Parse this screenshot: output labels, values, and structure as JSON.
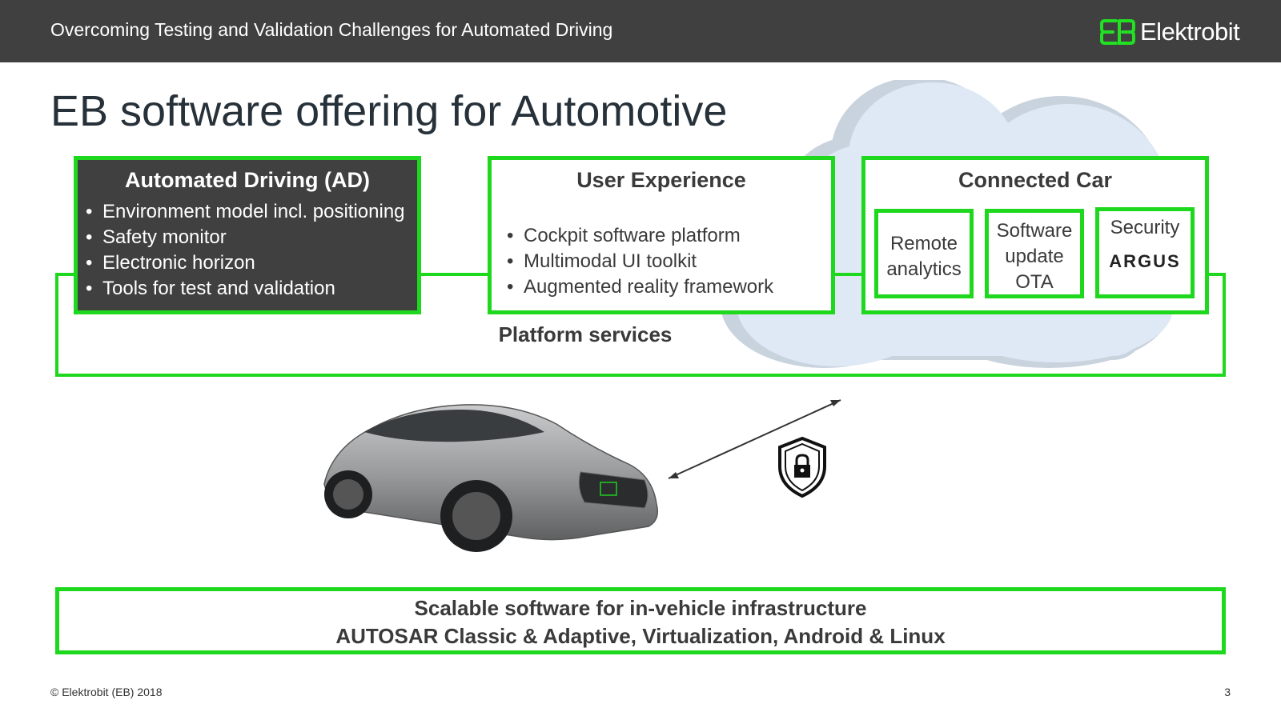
{
  "header": {
    "title": "Overcoming Testing and Validation Challenges for Automated Driving",
    "logo_text": "Elektrobit",
    "logo_mark": "EB"
  },
  "slide": {
    "title": "EB software offering for Automotive"
  },
  "platform": {
    "label": "Platform services"
  },
  "ad_box": {
    "title": "Automated Driving (AD)",
    "items": [
      "Environment model incl. positioning",
      "Safety monitor",
      "Electronic horizon",
      "Tools for test and validation"
    ]
  },
  "ux_box": {
    "title": "User Experience",
    "items": [
      "Cockpit software platform",
      "Multimodal UI toolkit",
      "Augmented reality framework"
    ]
  },
  "cc_box": {
    "title": "Connected Car",
    "sub1": [
      "Remote",
      "analytics"
    ],
    "sub2": [
      "Software",
      "update",
      "OTA"
    ],
    "sub3_title": "Security",
    "sub3_brand": "ARGUS"
  },
  "bottom_box": {
    "line1": "Scalable software for in-vehicle infrastructure",
    "line2": "AUTOSAR Classic & Adaptive, Virtualization, Android & Linux"
  },
  "footer": {
    "copyright": "© Elektrobit (EB) 2018",
    "page_number": "3"
  },
  "colors": {
    "accent_green": "#1ed81e",
    "header_bg": "#404040",
    "cloud": "#dfe9f6"
  },
  "icons": {
    "lock_shield": "shield-lock-icon",
    "arrow": "bidirectional-arrow",
    "car": "car-image"
  }
}
